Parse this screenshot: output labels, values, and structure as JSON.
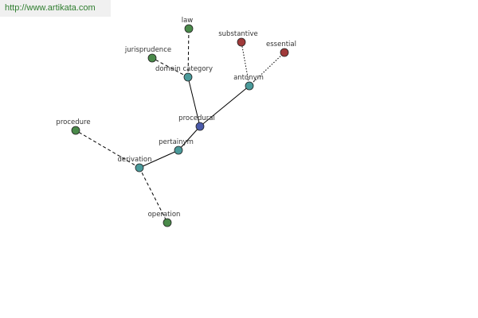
{
  "watermark": {
    "text": "http://www.artikata.com"
  },
  "graph": {
    "colors": {
      "center": "#4a5aaa",
      "relation": "#4a9a9a",
      "green": "#4a8a4a",
      "red": "#a03a3a"
    },
    "nodes": [
      {
        "id": "procedural",
        "label": "procedural",
        "kind": "center"
      },
      {
        "id": "domain_category",
        "label": "domain category",
        "kind": "relation"
      },
      {
        "id": "antonym",
        "label": "antonym",
        "kind": "relation"
      },
      {
        "id": "pertainym",
        "label": "pertainym",
        "kind": "relation"
      },
      {
        "id": "derivation",
        "label": "derivation",
        "kind": "relation"
      },
      {
        "id": "law",
        "label": "law",
        "kind": "green"
      },
      {
        "id": "jurisprudence",
        "label": "jurisprudence",
        "kind": "green"
      },
      {
        "id": "substantive",
        "label": "substantive",
        "kind": "red"
      },
      {
        "id": "essential",
        "label": "essential",
        "kind": "red"
      },
      {
        "id": "procedure",
        "label": "procedure",
        "kind": "green"
      },
      {
        "id": "operation",
        "label": "operation",
        "kind": "green"
      }
    ],
    "edges": [
      {
        "from": "procedural",
        "to": "domain_category",
        "style": "solid"
      },
      {
        "from": "procedural",
        "to": "antonym",
        "style": "solid"
      },
      {
        "from": "procedural",
        "to": "pertainym",
        "style": "solid"
      },
      {
        "from": "pertainym",
        "to": "derivation",
        "style": "solid"
      },
      {
        "from": "domain_category",
        "to": "law",
        "style": "dashed"
      },
      {
        "from": "domain_category",
        "to": "jurisprudence",
        "style": "dashed"
      },
      {
        "from": "antonym",
        "to": "substantive",
        "style": "dotted"
      },
      {
        "from": "antonym",
        "to": "essential",
        "style": "dotted"
      },
      {
        "from": "derivation",
        "to": "procedure",
        "style": "dashed"
      },
      {
        "from": "derivation",
        "to": "operation",
        "style": "dashed"
      }
    ]
  }
}
